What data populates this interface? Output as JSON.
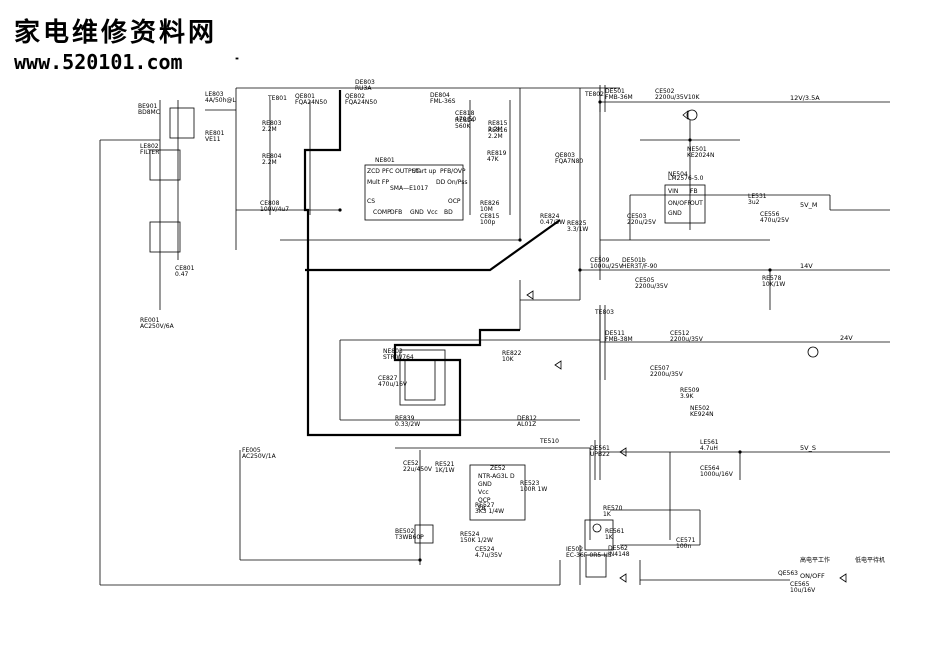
{
  "watermark": {
    "title": "家电维修资料网",
    "url": "www.520101.com"
  },
  "outputs": [
    {
      "id": "12v",
      "label": "12V/3.5A"
    },
    {
      "id": "5vm",
      "label": "5V_M"
    },
    {
      "id": "14v",
      "label": "14V"
    },
    {
      "id": "24v",
      "label": "24V"
    },
    {
      "id": "5vs",
      "label": "5V_S"
    },
    {
      "id": "onoff",
      "label": "ON/OFF"
    }
  ],
  "ic_pfc": {
    "name": "SMA—E1017",
    "ref": "NE801",
    "pins": [
      "ZCD",
      "PFC OUTPUT",
      "Start up",
      "PFB/OVP",
      "Mult FP",
      "DD On/Pss",
      "CS",
      "OCP",
      "COMP",
      "DFB",
      "GND",
      "Vcc",
      "BD"
    ]
  },
  "ic_standby": {
    "name": "ZE52",
    "pins": [
      "NTR-AG3L",
      "GND",
      "Vcc",
      "OCP",
      "FB",
      "D"
    ]
  },
  "ic_regulator": {
    "name": "LM2576-5.0",
    "ref": "NE504",
    "pins": [
      "VIN",
      "FB",
      "ON/OFF",
      "GND",
      "OUT"
    ]
  },
  "components": [
    {
      "ref": "BE901",
      "value": "BD8MC"
    },
    {
      "ref": "LE803",
      "value": "4A/50h@L"
    },
    {
      "ref": "RE801",
      "value": "VE11"
    },
    {
      "ref": "LE802",
      "value": "FILTER"
    },
    {
      "ref": "CE801",
      "value": "0.47"
    },
    {
      "ref": "RE001",
      "value": "AC250V/6A"
    },
    {
      "ref": "TE801",
      "value": ""
    },
    {
      "ref": "QE801",
      "value": "FQA24N50"
    },
    {
      "ref": "QE802",
      "value": "FQA24N50"
    },
    {
      "ref": "DE803",
      "value": "RU3A"
    },
    {
      "ref": "DE804",
      "value": "FML-36S"
    },
    {
      "ref": "RE814",
      "value": "560K"
    },
    {
      "ref": "CE818",
      "value": "470/50"
    },
    {
      "ref": "RE803",
      "value": "2.2M"
    },
    {
      "ref": "RE804",
      "value": "2.2M"
    },
    {
      "ref": "CE808",
      "value": "100V/4u7"
    },
    {
      "ref": "RE815",
      "value": "2.2M"
    },
    {
      "ref": "RE816",
      "value": "2.2M"
    },
    {
      "ref": "RE819",
      "value": "47K"
    },
    {
      "ref": "RE826",
      "value": "10M"
    },
    {
      "ref": "CE815",
      "value": "100p"
    },
    {
      "ref": "RE824",
      "value": "0.47/3W"
    },
    {
      "ref": "RE825",
      "value": "3.3/1W"
    },
    {
      "ref": "TE802",
      "value": ""
    },
    {
      "ref": "QE803",
      "value": "FQA7N80"
    },
    {
      "ref": "DE501",
      "value": "FMB-36M"
    },
    {
      "ref": "CE502",
      "value": "2200u/35V10K"
    },
    {
      "ref": "NE501",
      "value": "KE2024N"
    },
    {
      "ref": "CE503",
      "value": "220u/25V"
    },
    {
      "ref": "LE531",
      "value": "3u2"
    },
    {
      "ref": "CE556",
      "value": "470u/25V"
    },
    {
      "ref": "CE509",
      "value": "1000u/25V"
    },
    {
      "ref": "DE501b",
      "value": "HER3T/F-90"
    },
    {
      "ref": "CE505",
      "value": "2200u/35V"
    },
    {
      "ref": "RE578",
      "value": "10K/1W"
    },
    {
      "ref": "TE803",
      "value": ""
    },
    {
      "ref": "DE511",
      "value": "FMB-38M"
    },
    {
      "ref": "CE512",
      "value": "2200u/35V"
    },
    {
      "ref": "CE507",
      "value": "2200u/35V"
    },
    {
      "ref": "NE502",
      "value": "KE924N"
    },
    {
      "ref": "RE509",
      "value": "3.9K"
    },
    {
      "ref": "NE803",
      "value": "STR-W764"
    },
    {
      "ref": "CE827",
      "value": "470u/16V"
    },
    {
      "ref": "RE839",
      "value": "0.33/2W"
    },
    {
      "ref": "RE822",
      "value": "10K"
    },
    {
      "ref": "DE812",
      "value": "AL01Z"
    },
    {
      "ref": "TE510",
      "value": ""
    },
    {
      "ref": "DE561",
      "value": "UPB22"
    },
    {
      "ref": "LE561",
      "value": "4.7uH"
    },
    {
      "ref": "CE564",
      "value": "1000u/16V"
    },
    {
      "ref": "CE52",
      "value": "22u/450V"
    },
    {
      "ref": "RE521",
      "value": "1K/1W"
    },
    {
      "ref": "RE523",
      "value": "100R 1W"
    },
    {
      "ref": "BE502",
      "value": "T3WB60P"
    },
    {
      "ref": "RE527",
      "value": "3K3 1/4W"
    },
    {
      "ref": "RE524",
      "value": "150K 1/2W"
    },
    {
      "ref": "CE524",
      "value": "4.7u/35V"
    },
    {
      "ref": "IE502",
      "value": "EC-36F-0R5-HS"
    },
    {
      "ref": "DE562",
      "value": "IN4148"
    },
    {
      "ref": "RE561",
      "value": "1K"
    },
    {
      "ref": "RE570",
      "value": "1K"
    },
    {
      "ref": "CE571",
      "value": "100n"
    },
    {
      "ref": "QE563",
      "value": ""
    },
    {
      "ref": "CE565",
      "value": "10u/16V"
    },
    {
      "ref": "FE005",
      "value": "AC250V/1A"
    }
  ],
  "notes": [
    "高电平工作",
    "低电平待机"
  ]
}
